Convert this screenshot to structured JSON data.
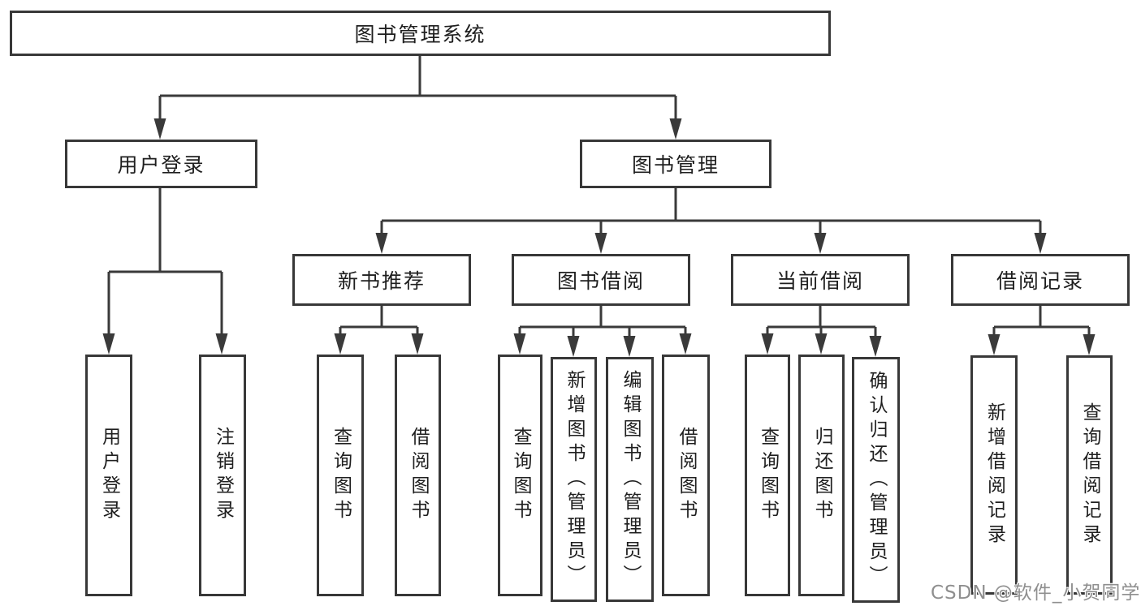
{
  "diagram": {
    "type": "hierarchy-flowchart",
    "background_color": "#ffffff",
    "line_color": "#3a3a3a",
    "box_border_color": "#383838",
    "text_color": "#1f1f1f",
    "nodes": {
      "root": "图书管理系统",
      "user_login": "用户登录",
      "book_management": "图书管理",
      "new_book_recommend": "新书推荐",
      "book_borrowing": "图书借阅",
      "current_borrowing": "当前借阅",
      "borrowing_records": "借阅记录",
      "login_leaf_user_login": "用户登录",
      "login_leaf_logout": "注销登录",
      "recommend_leaf_query_books": "查询图书",
      "recommend_leaf_borrow_books": "借阅图书",
      "borrowing_leaf_query_books": "查询图书",
      "borrowing_leaf_add_books": "新增图书（管理员）",
      "borrowing_leaf_edit_books": "编辑图书（管理员）",
      "borrowing_leaf_borrow_books": "借阅图书",
      "current_leaf_query_books": "查询图书",
      "current_leaf_return_books": "归还图书",
      "current_leaf_confirm_return": "确认归还（管理员）",
      "records_leaf_add_record": "新增借阅记录",
      "records_leaf_query_record": "查询借阅记录"
    },
    "hierarchy": {
      "图书管理系统": {
        "用户登录": [
          "用户登录",
          "注销登录"
        ],
        "图书管理": {
          "新书推荐": [
            "查询图书",
            "借阅图书"
          ],
          "图书借阅": [
            "查询图书",
            "新增图书（管理员）",
            "编辑图书（管理员）",
            "借阅图书"
          ],
          "当前借阅": [
            "查询图书",
            "归还图书",
            "确认归还（管理员）"
          ],
          "借阅记录": [
            "新增借阅记录",
            "查询借阅记录"
          ]
        }
      }
    }
  },
  "watermark": {
    "text": "CSDN @软件_小贺同学",
    "color": "#8f8f8f"
  }
}
